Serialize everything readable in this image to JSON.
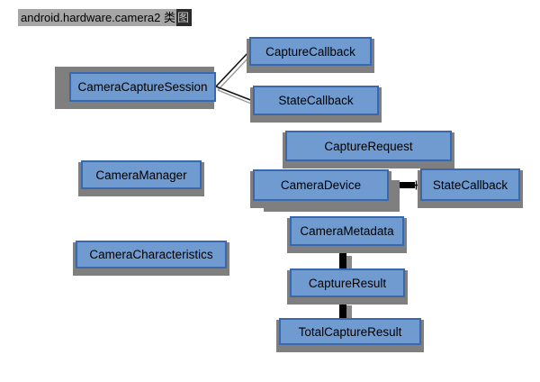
{
  "title": {
    "main": "android.hardware.camera2 类",
    "last": "图",
    "full": "android.hardware.camera2 类图"
  },
  "colors": {
    "node_fill": "#6f9bd1",
    "node_border": "#3a68ae",
    "node_shadow": "#7f7f7f",
    "connector": "#000000",
    "connector_shadow": "#999999",
    "title_highlight": "#a6a6a6",
    "background": "#ffffff"
  },
  "nodes": [
    {
      "id": "camera-capture-session",
      "label": "CameraCaptureSession"
    },
    {
      "id": "capture-callback",
      "label": "CaptureCallback"
    },
    {
      "id": "state-callback-session",
      "label": "StateCallback"
    },
    {
      "id": "camera-manager",
      "label": "CameraManager"
    },
    {
      "id": "capture-request",
      "label": "CaptureRequest"
    },
    {
      "id": "camera-device",
      "label": "CameraDevice"
    },
    {
      "id": "state-callback-device",
      "label": "StateCallback"
    },
    {
      "id": "camera-characteristics",
      "label": "CameraCharacteristics"
    },
    {
      "id": "camera-metadata",
      "label": "CameraMetadata"
    },
    {
      "id": "capture-result",
      "label": "CaptureResult"
    },
    {
      "id": "total-capture-result",
      "label": "TotalCaptureResult"
    }
  ],
  "connectors": [
    {
      "from": "camera-capture-session",
      "to": "capture-callback",
      "type": "line"
    },
    {
      "from": "camera-capture-session",
      "to": "state-callback-session",
      "type": "line"
    },
    {
      "from": "camera-device",
      "to": "state-callback-device",
      "type": "thick-link"
    },
    {
      "from": "capture-result",
      "to": "camera-metadata",
      "type": "inheritance"
    },
    {
      "from": "total-capture-result",
      "to": "capture-result",
      "type": "inheritance"
    }
  ]
}
